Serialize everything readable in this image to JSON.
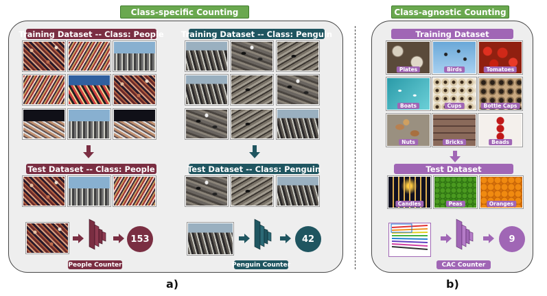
{
  "titles": {
    "left": "Class-specific Counting",
    "right": "Class-agnostic Counting"
  },
  "people": {
    "train_label": "Training Dataset -- Class: People",
    "test_label": "Test Dataset -- Class: People",
    "counter_label": "People Counter",
    "count": "153"
  },
  "penguin": {
    "train_label": "Training Dataset -- Class: Penguin",
    "test_label": "Test Dataset -- Class: Penguin",
    "counter_label": "Penguin Counter",
    "count": "42"
  },
  "cac": {
    "train_label": "Training Dataset",
    "test_label": "Test Dataset",
    "counter_label": "CAC Counter",
    "count": "9",
    "train_classes": [
      "Plates",
      "Birds",
      "Tomatoes",
      "Boats",
      "Cups",
      "Bottle Caps",
      "Nuts",
      "Bricks",
      "Beads"
    ],
    "test_classes": [
      "Candles",
      "Peas",
      "Oranges"
    ]
  },
  "sublabels": {
    "a": "a)",
    "b": "b)"
  },
  "colors": {
    "people": "#7a2e42",
    "penguin": "#1f5560",
    "cac": "#a066b5",
    "title_green": "#6aa84f"
  }
}
